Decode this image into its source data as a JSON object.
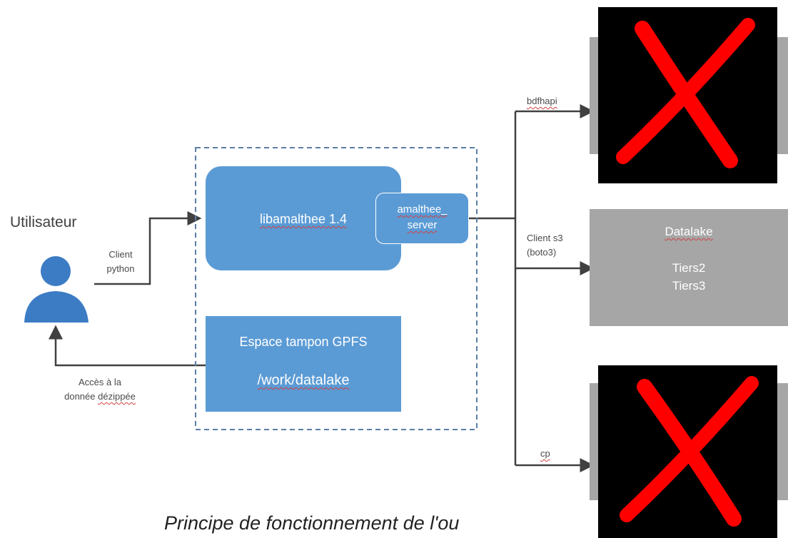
{
  "user": {
    "label": "Utilisateur"
  },
  "edges": {
    "client_python": "Client\npython",
    "acces": "Accès à la\ndonnée dézippée",
    "bdfhapi": "bdfhapi",
    "client_s3": "Client s3\n(boto3)",
    "cp": "cp"
  },
  "libamalthee": {
    "title": "libamalthee 1.4",
    "server": "amalthee_\nserver"
  },
  "gpfs": {
    "line1": "Espace tampon GPFS",
    "line2": "/work/datalake"
  },
  "datalake": {
    "title": "Datalake",
    "tiers": "Tiers2\nTiers3"
  },
  "caption": "Principe de fonctionnement de l'ou",
  "colors": {
    "blue": "#5b9bd5",
    "gray": "#a6a6a6",
    "cross": "#ff0000"
  }
}
